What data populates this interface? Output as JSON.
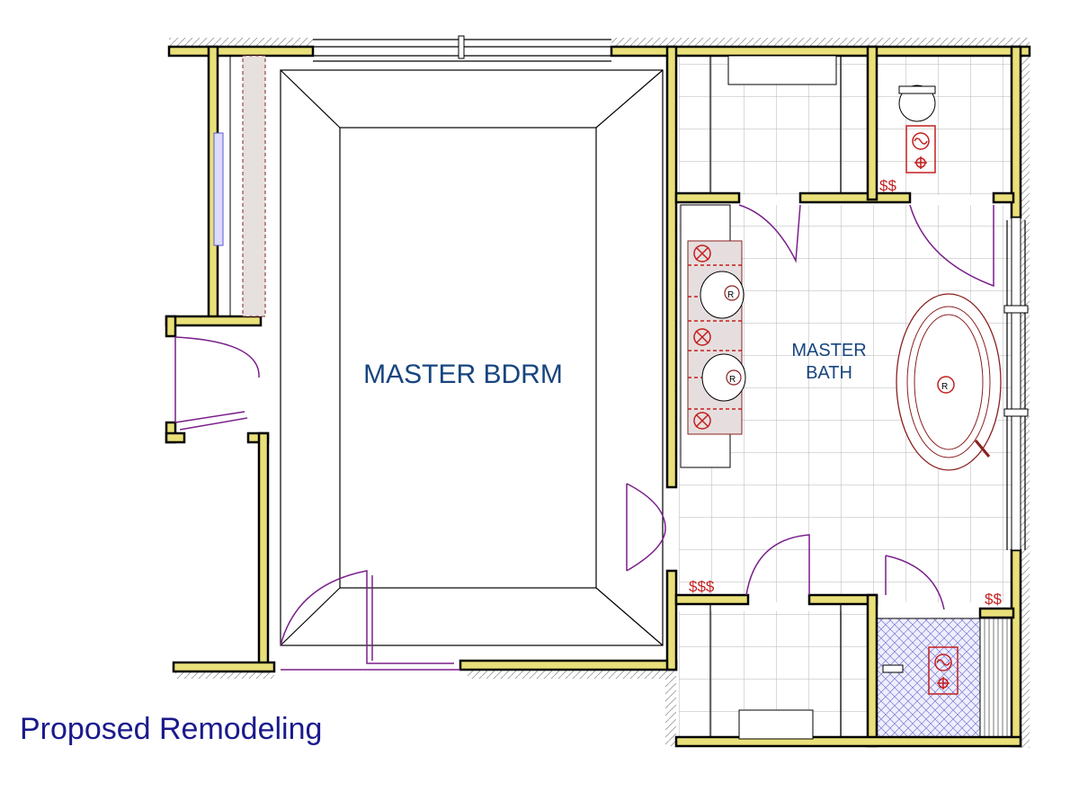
{
  "rooms": {
    "master_bedroom": "MASTER BDRM",
    "master_bath_line1": "MASTER",
    "master_bath_line2": "BATH"
  },
  "caption": "Proposed Remodeling",
  "fixture_marks": {
    "sink_tag": "R",
    "tub_tag": "R"
  },
  "outlets": {
    "wc_outlet": "$$",
    "bath_lower_left": "$$$",
    "bath_lower_right": "$$"
  },
  "colors": {
    "wall_fill": "#e9e07a",
    "label": "#17457f",
    "caption": "#1a1a8c",
    "door": "#7a1f8a",
    "fixture": "#8a2020",
    "electrical": "#c41e1e"
  }
}
